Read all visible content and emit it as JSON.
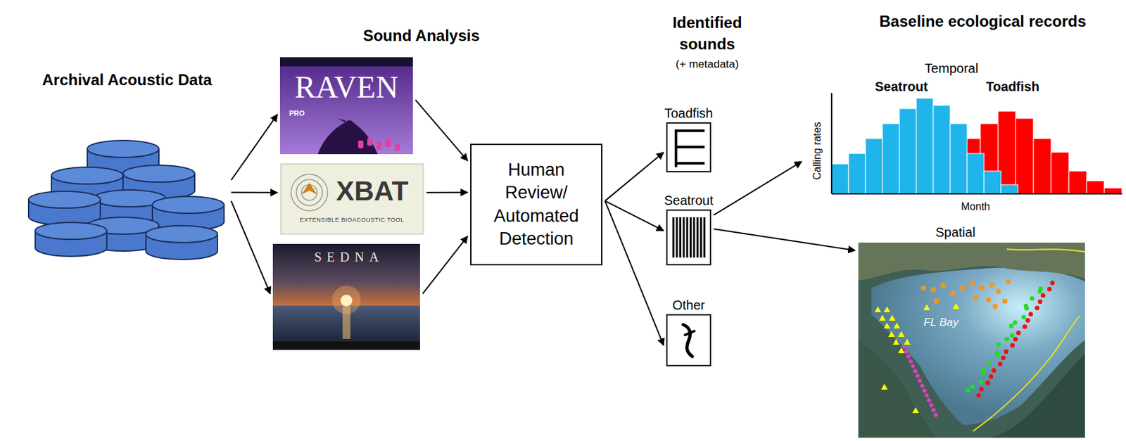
{
  "diagram": {
    "nodes": [
      {
        "text": [
          "Archival Acoustic Data"
        ]
      },
      {
        "text": [
          "RAVEN",
          "PRO"
        ]
      },
      {
        "text": [
          "XBAT",
          "EXTENSIBLE BIOACOUSTIC TOOL"
        ]
      },
      {
        "text": [
          "SEDNA"
        ]
      },
      {
        "text": [
          "Human Review/ Automated Detection"
        ]
      },
      {
        "text": [
          "Toadfish"
        ]
      },
      {
        "text": [
          "Seatrout"
        ]
      },
      {
        "text": [
          "Other"
        ]
      },
      {
        "text": [
          "Temporal"
        ]
      },
      {
        "text": [
          "Spatial"
        ]
      }
    ],
    "edges": [
      {
        "from": 0,
        "to": 1,
        "arrow": "to"
      },
      {
        "from": 0,
        "to": 2,
        "arrow": "to"
      },
      {
        "from": 0,
        "to": 3,
        "arrow": "to"
      },
      {
        "from": 1,
        "to": 4,
        "arrow": "to"
      },
      {
        "from": 2,
        "to": 4,
        "arrow": "to"
      },
      {
        "from": 3,
        "to": 4,
        "arrow": "to"
      },
      {
        "from": 4,
        "to": 5,
        "arrow": "to"
      },
      {
        "from": 4,
        "to": 6,
        "arrow": "to"
      },
      {
        "from": 4,
        "to": 7,
        "arrow": "to"
      },
      {
        "from": 6,
        "to": 8,
        "arrow": "to"
      },
      {
        "from": 6,
        "to": 9,
        "arrow": "to"
      }
    ],
    "labels": [
      "Sound Analysis",
      "Identified sounds",
      "(+ metadata)",
      "Baseline ecological records",
      "Seatrout",
      "Toadfish",
      "Calling rates",
      "Month",
      "FL Bay"
    ]
  }
}
